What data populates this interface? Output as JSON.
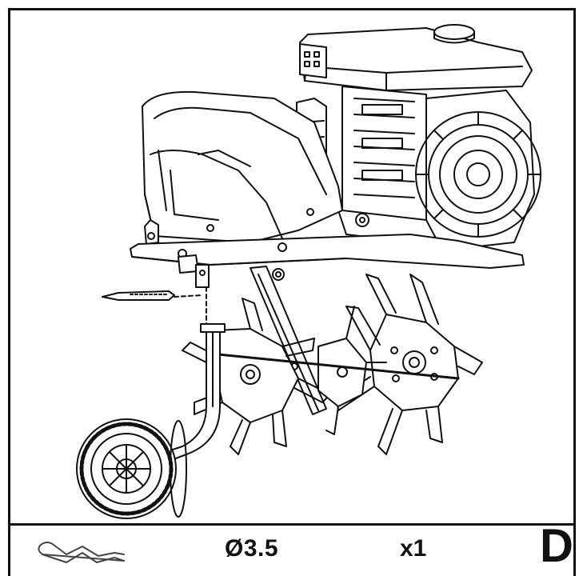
{
  "part": {
    "diameter_label": "Ø3.5",
    "quantity_label": "x1",
    "step_letter": "D",
    "icon": "hairpin-cotter-pin-icon"
  },
  "illustration": {
    "subject": "tiller-with-transport-wheel-assembly",
    "line_color": "#111111",
    "background": "#ffffff"
  }
}
